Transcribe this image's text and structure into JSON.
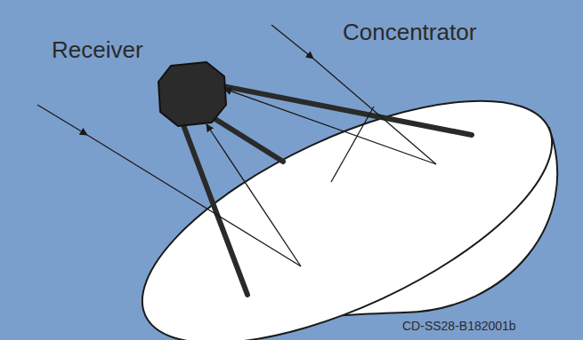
{
  "diagram": {
    "labels": [
      "Receiver",
      "Concentrator",
      "CD-SS28-B182001b"
    ]
  }
}
